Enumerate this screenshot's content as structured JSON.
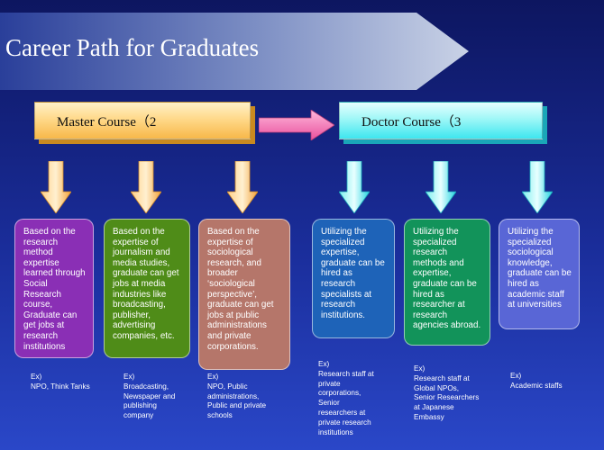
{
  "title": "Career Path for Graduates",
  "colors": {
    "background": "#1a2d9a",
    "master_box": "#f7b84a",
    "doctor_box": "#3ee6ef",
    "arrow_pink": "#f56fb0"
  },
  "master": {
    "label": "Master Course（2",
    "cards": [
      {
        "text": "Based on the research method expertise learned through Social Research course, Graduate can get jobs at research institutions",
        "color": "#8a2fb5",
        "examples": [
          "Ex)",
          "NPO, Think Tanks"
        ]
      },
      {
        "text": "Based on the expertise of journalism and media studies, graduate can get jobs at media industries like broadcasting, publisher, advertising companies, etc.",
        "color": "#4f8c18",
        "examples": [
          "Ex)",
          "Broadcasting,",
          "Newspaper and",
          "publishing",
          "company"
        ]
      },
      {
        "text": "Based on the expertise of sociological research, and broader ‘sociological perspective’, graduate can get jobs at public administrations and private corporations.",
        "color": "#b5766a",
        "examples": [
          "Ex)",
          "NPO, Public",
          "administrations,",
          "Public and private",
          "schools"
        ]
      }
    ]
  },
  "doctor": {
    "label": "Doctor Course（3",
    "cards": [
      {
        "text": "Utilizing the specialized expertise, graduate can be hired as research specialists at research institutions.",
        "color": "#1e63b8",
        "examples": [
          "Ex)",
          "Research staff at",
          "private",
          "corporations,",
          "Senior",
          "researchers at",
          "private research",
          "institutions"
        ]
      },
      {
        "text": "Utilizing the specialized research methods and expertise, graduate can be hired as researcher at research agencies abroad.",
        "color": "#12935a",
        "examples": [
          "Ex)",
          "Research staff at",
          "Global NPOs,",
          "Senior Researchers",
          "at Japanese",
          "Embassy"
        ]
      },
      {
        "text": "Utilizing the specialized sociological knowledge, graduate can be hired as academic staff at universities",
        "color": "#5966d6",
        "examples": [
          "Ex)",
          "Academic staffs"
        ]
      }
    ]
  }
}
